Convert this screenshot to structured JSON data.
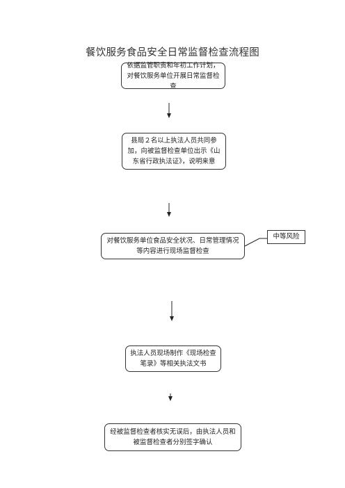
{
  "title": "餐饮服务食品安全日常监督检查流程图",
  "steps": [
    "依据监管职责和年初工作计划，对餐饮服务单位开展日常监督检查",
    "县局２名以上执法人员共同参加，向被监督检查单位出示《山东省行政执法证》，说明来意",
    "对餐饮服务单位食品安全状况、日常管理情况等内容进行现场监督检查",
    "执法人员现场制作《现场检查笔录》等相关执法文书",
    "经被监督检查者核实无误后，由执法人员和被监督检查者分别签字确认"
  ],
  "risk_note": "中等风险"
}
